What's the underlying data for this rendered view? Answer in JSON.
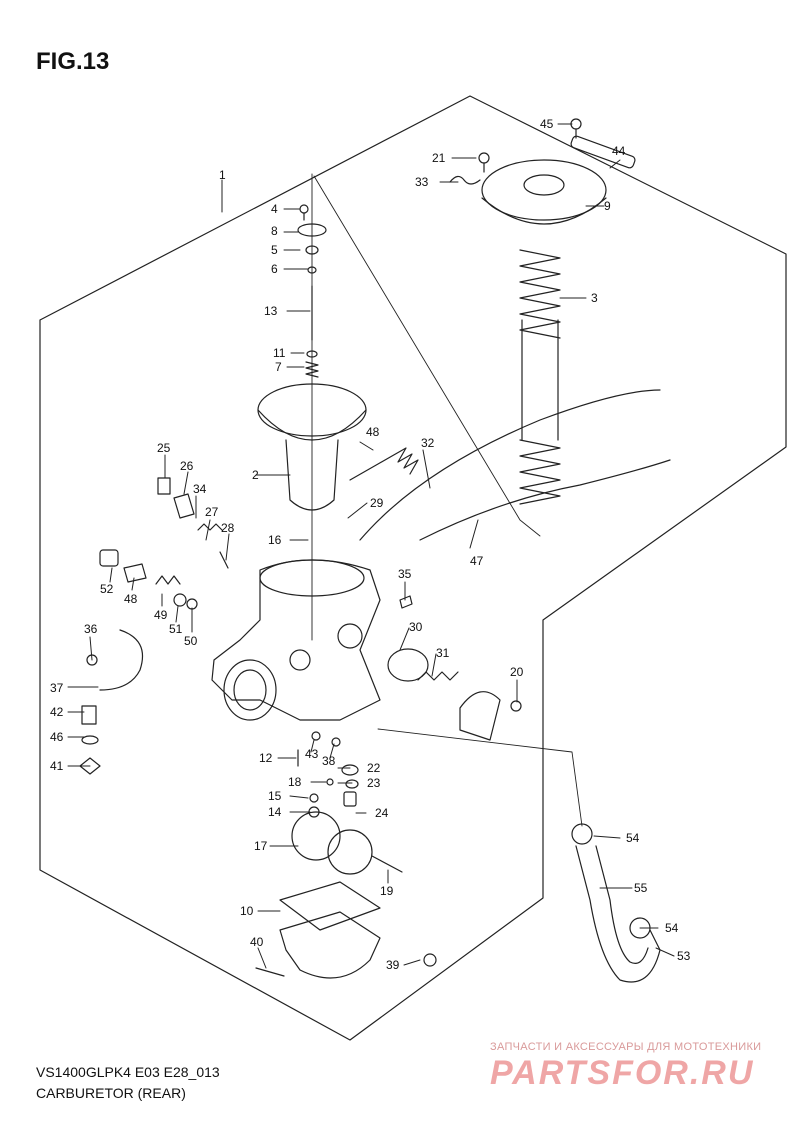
{
  "figure": {
    "title": "FIG.13",
    "model_code": "VS1400GLPK4 E03 E28_013",
    "caption": "CARBURETOR (REAR)"
  },
  "watermark": {
    "tagline": "ЗАПЧАСТИ И АКСЕССУАРЫ ДЛЯ МОТОТЕХНИКИ",
    "logo": "PARTSFOR.RU",
    "color": "#e25c5c"
  },
  "callouts": [
    {
      "id": "c1",
      "label": "1"
    },
    {
      "id": "c2",
      "label": "2"
    },
    {
      "id": "c3",
      "label": "3"
    },
    {
      "id": "c4",
      "label": "4"
    },
    {
      "id": "c5",
      "label": "5"
    },
    {
      "id": "c6",
      "label": "6"
    },
    {
      "id": "c7",
      "label": "7"
    },
    {
      "id": "c8",
      "label": "8"
    },
    {
      "id": "c9",
      "label": "9"
    },
    {
      "id": "c10",
      "label": "10"
    },
    {
      "id": "c11",
      "label": "11"
    },
    {
      "id": "c12",
      "label": "12"
    },
    {
      "id": "c13",
      "label": "13"
    },
    {
      "id": "c14",
      "label": "14"
    },
    {
      "id": "c15",
      "label": "15"
    },
    {
      "id": "c16",
      "label": "16"
    },
    {
      "id": "c17",
      "label": "17"
    },
    {
      "id": "c18",
      "label": "18"
    },
    {
      "id": "c19",
      "label": "19"
    },
    {
      "id": "c20",
      "label": "20"
    },
    {
      "id": "c21",
      "label": "21"
    },
    {
      "id": "c22",
      "label": "22"
    },
    {
      "id": "c23",
      "label": "23"
    },
    {
      "id": "c24",
      "label": "24"
    },
    {
      "id": "c25",
      "label": "25"
    },
    {
      "id": "c26",
      "label": "26"
    },
    {
      "id": "c27",
      "label": "27"
    },
    {
      "id": "c28",
      "label": "28"
    },
    {
      "id": "c29",
      "label": "29"
    },
    {
      "id": "c30",
      "label": "30"
    },
    {
      "id": "c31",
      "label": "31"
    },
    {
      "id": "c32",
      "label": "32"
    },
    {
      "id": "c33",
      "label": "33"
    },
    {
      "id": "c34",
      "label": "34"
    },
    {
      "id": "c35",
      "label": "35"
    },
    {
      "id": "c36",
      "label": "36"
    },
    {
      "id": "c37",
      "label": "37"
    },
    {
      "id": "c38",
      "label": "38"
    },
    {
      "id": "c39",
      "label": "39"
    },
    {
      "id": "c40",
      "label": "40"
    },
    {
      "id": "c41",
      "label": "41"
    },
    {
      "id": "c42",
      "label": "42"
    },
    {
      "id": "c43",
      "label": "43"
    },
    {
      "id": "c44",
      "label": "44"
    },
    {
      "id": "c45",
      "label": "45"
    },
    {
      "id": "c46",
      "label": "46"
    },
    {
      "id": "c47",
      "label": "47"
    },
    {
      "id": "c48",
      "label": "48"
    },
    {
      "id": "c49",
      "label": "49"
    },
    {
      "id": "c50",
      "label": "50"
    },
    {
      "id": "c51",
      "label": "51"
    },
    {
      "id": "c52",
      "label": "52"
    },
    {
      "id": "c53",
      "label": "53"
    },
    {
      "id": "c54a",
      "label": "54"
    },
    {
      "id": "c54b",
      "label": "54"
    },
    {
      "id": "c55",
      "label": "55"
    }
  ]
}
